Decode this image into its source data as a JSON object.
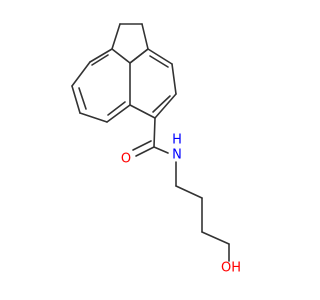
{
  "molecule": {
    "atoms": {
      "o": {
        "symbol": "O",
        "color": "#ff0000"
      },
      "n": {
        "symbol": "N",
        "color": "#0000ff"
      },
      "h_n": {
        "symbol": "H",
        "color": "#0000ff"
      },
      "oh": {
        "symbol": "OH",
        "color": "#ff0000"
      }
    },
    "bond_color": "#333333"
  }
}
